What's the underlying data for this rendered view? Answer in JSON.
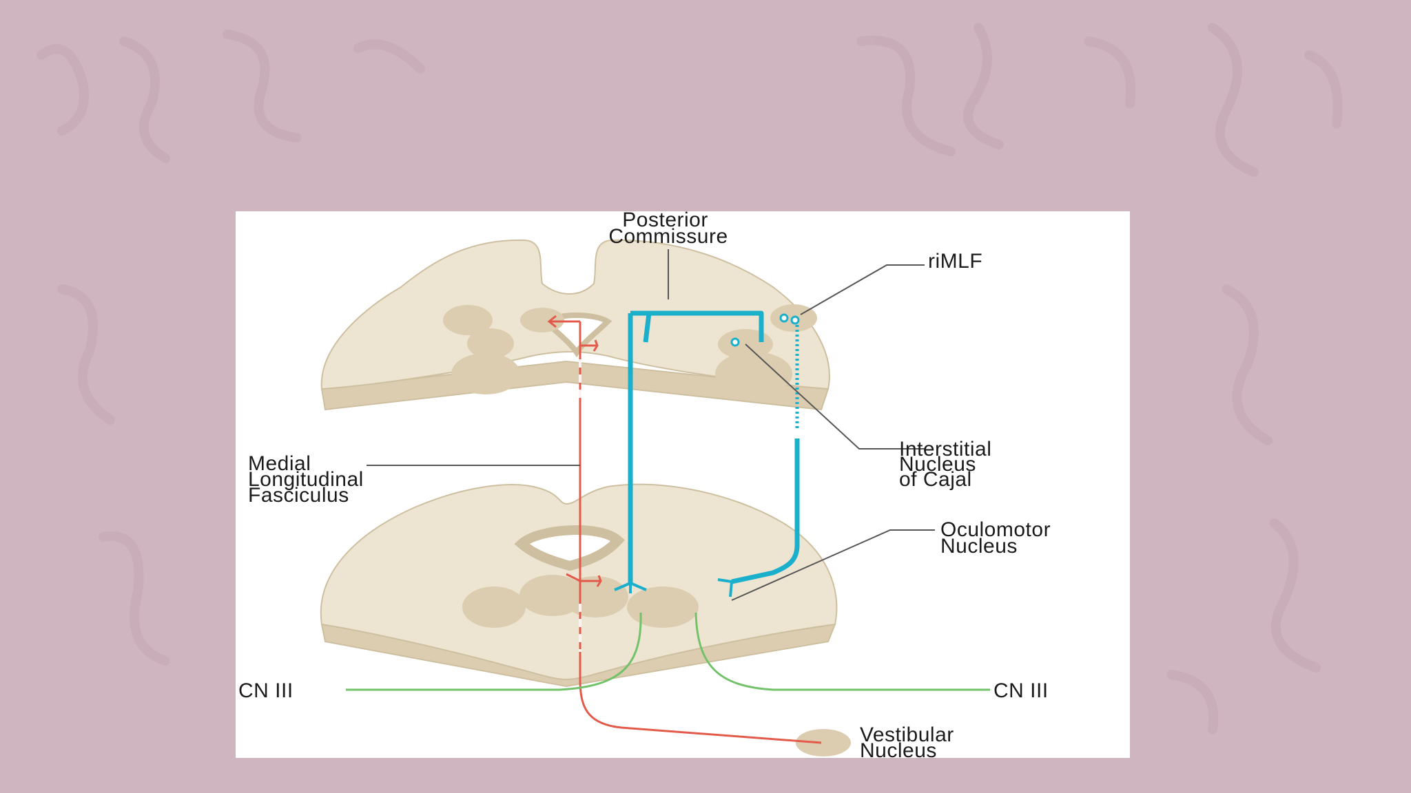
{
  "figure": {
    "labels": {
      "posterior_commissure": [
        "Posterior",
        "Commissure"
      ],
      "rimlf": "riMLF",
      "interstitial_nucleus": [
        "Interstitial",
        "Nucleus",
        "of Cajal"
      ],
      "mlf": [
        "Medial",
        "Longitudinal",
        "Fasciculus"
      ],
      "oculomotor_nucleus": [
        "Oculomotor",
        "Nucleus"
      ],
      "cn3_left": "CN III",
      "cn3_right": "CN III",
      "vestibular_nucleus": [
        "Vestibular",
        "Nucleus"
      ]
    },
    "colors": {
      "slide_background": "#cfb5bf",
      "tissue": "#ede4d2",
      "tissue_edge": "#cdbf9f",
      "nucleus": "#dccdb0",
      "red_pathway": "#e45a4a",
      "blue_pathway": "#1ab0cc",
      "green_pathway": "#72c26a",
      "leader_line": "#555555"
    }
  }
}
